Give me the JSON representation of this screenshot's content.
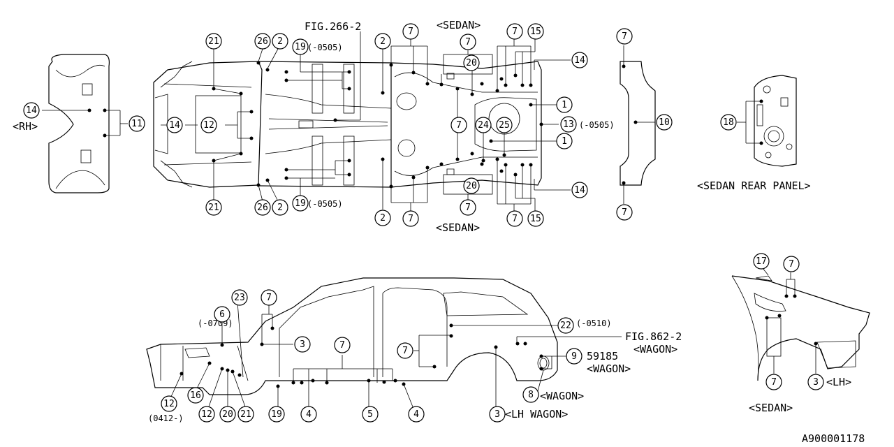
{
  "figure_refs": {
    "fig_266_2": "FIG.266-2",
    "fig_862_2": "FIG.862-2"
  },
  "labels": {
    "sedan_top": "<SEDAN>",
    "sedan_bottom": "<SEDAN>",
    "rh": "<RH>",
    "sedan_rear_panel": "<SEDAN REAR PANEL>",
    "wagon_a": "<WAGON>",
    "wagon_b": "<WAGON>",
    "wagon_c": "<WAGON>",
    "lh_wagon": "<LH WAGON>",
    "lh": "<LH>",
    "sedan_side": "<SEDAN>",
    "part_59185": "59185",
    "code_0505_a": "(-0505)",
    "code_0505_b": "(-0505)",
    "code_0505_c": "(-0505)",
    "code_0510": "(-0510)",
    "code_0709": "(-0709)",
    "code_0412": "(0412-)",
    "diagram_id": "A900001178"
  },
  "callouts": [
    "1",
    "2",
    "3",
    "4",
    "5",
    "6",
    "7",
    "8",
    "9",
    "10",
    "11",
    "12",
    "13",
    "14",
    "15",
    "16",
    "17",
    "18",
    "19",
    "20",
    "21",
    "22",
    "23",
    "24",
    "25",
    "26"
  ]
}
